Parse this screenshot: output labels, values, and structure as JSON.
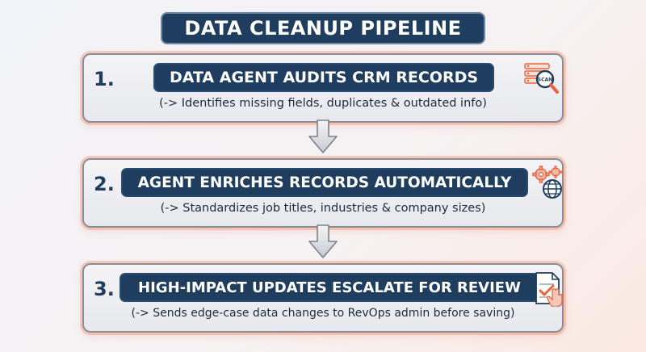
{
  "title": "DATA CLEANUP PIPELINE",
  "colors": {
    "navy": "#1f3d5f",
    "card_bg": "#eceef2",
    "glow": "#f39b7f",
    "accent_orange": "#e8643c"
  },
  "steps": [
    {
      "number": "1.",
      "heading": "DATA AGENT AUDITS CRM RECORDS",
      "note": "(-> Identifies missing fields, duplicates & outdated info)",
      "icon": "scan-database-magnifier-icon",
      "icon_text": "SCAN"
    },
    {
      "number": "2.",
      "heading": "AGENT ENRICHES RECORDS AUTOMATICALLY",
      "note": "(-> Standardizes job titles, industries & company sizes)",
      "icon": "gears-globe-icon"
    },
    {
      "number": "3.",
      "heading": "HIGH-IMPACT UPDATES ESCALATE FOR REVIEW",
      "note": "(-> Sends edge-case data changes to RevOps admin before saving)",
      "icon": "document-check-hand-icon"
    }
  ],
  "connectors": [
    "down-arrow-icon",
    "down-arrow-icon"
  ]
}
